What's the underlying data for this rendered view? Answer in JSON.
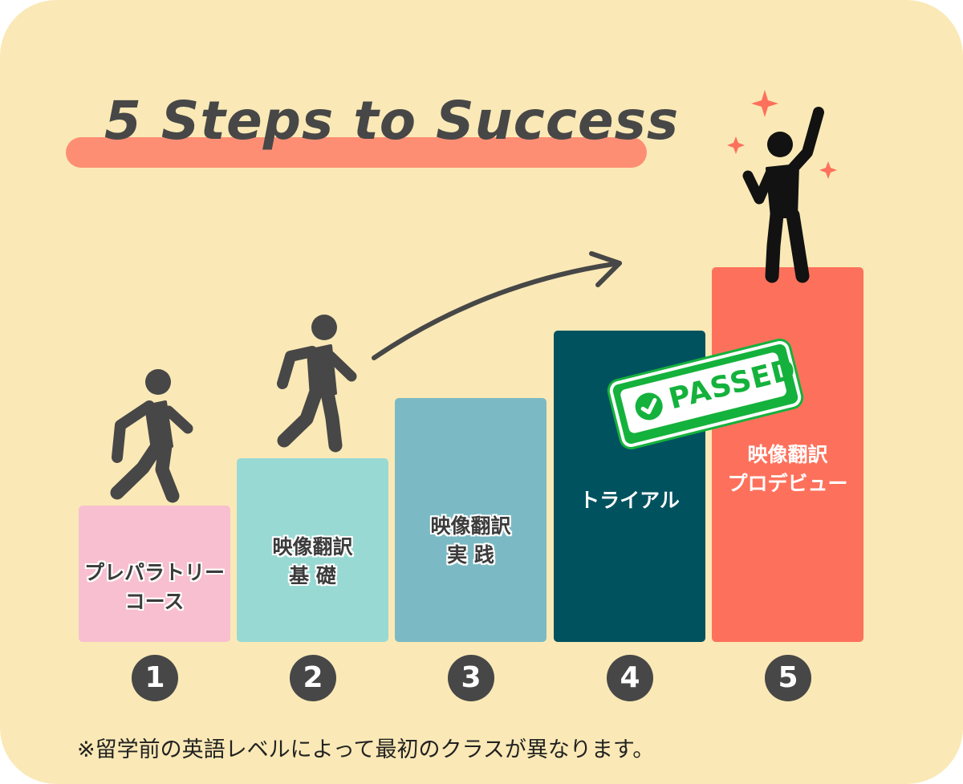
{
  "title": "5 Steps to Success",
  "steps": [
    {
      "number": "1",
      "line1": "プレパラトリー",
      "line2": "コース",
      "color": "#f7bfcf"
    },
    {
      "number": "2",
      "line1": "映像翻訳",
      "line2": "基 礎",
      "color": "#99d9d3"
    },
    {
      "number": "3",
      "line1": "映像翻訳",
      "line2": "実 践",
      "color": "#7bbac4"
    },
    {
      "number": "4",
      "line1": "トライアル",
      "line2": "",
      "color": "#01525f"
    },
    {
      "number": "5",
      "line1": "映像翻訳",
      "line2": "プロデビュー",
      "color": "#fd715c"
    }
  ],
  "badge": {
    "text": "PASSED",
    "color": "#14b23c",
    "icon": "check-circle-icon"
  },
  "note": "※留学前の英語レベルによって最初のクラスが異なります。",
  "colors": {
    "background": "#fae9b6",
    "title_band": "#fd8e74",
    "figure": "#121212",
    "number_circle": "#474747"
  }
}
